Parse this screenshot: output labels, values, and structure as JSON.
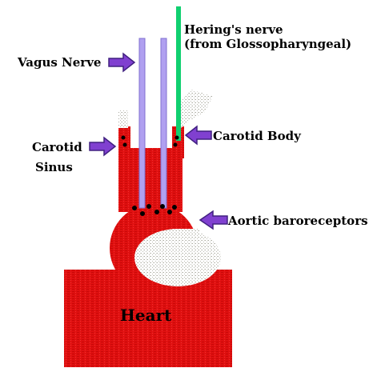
{
  "labels": {
    "herings_nerve_line1": "Hering's nerve",
    "herings_nerve_line2": "(from Glossopharyngeal)",
    "vagus_nerve": "Vagus Nerve",
    "carotid_sinus_line1": "Carotid",
    "carotid_sinus_line2": "Sinus",
    "carotid_body": "Carotid Body",
    "aortic_baroreceptors": "Aortic baroreceptors",
    "heart": "Heart"
  },
  "colors": {
    "blood": "#e01010",
    "blood_dark": "#c00000",
    "vagus_nerve": "#b0a0f0",
    "herings_nerve": "#10d070",
    "arrow": "#8040d0",
    "receptor": "#000000",
    "stipple": "#d8d8d0"
  },
  "icons": {
    "pointer": "arrow-right-icon"
  }
}
